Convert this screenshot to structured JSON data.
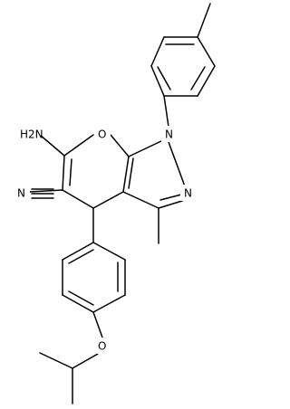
{
  "molecule": {
    "atoms": {
      "nh2": "H2N",
      "o_ring": "O",
      "n1": "N",
      "n2": "N",
      "n_nitrile": "N",
      "o_ether": "O"
    },
    "colors": {
      "bond": "#000000",
      "text": "#000000",
      "background": "#ffffff"
    }
  }
}
